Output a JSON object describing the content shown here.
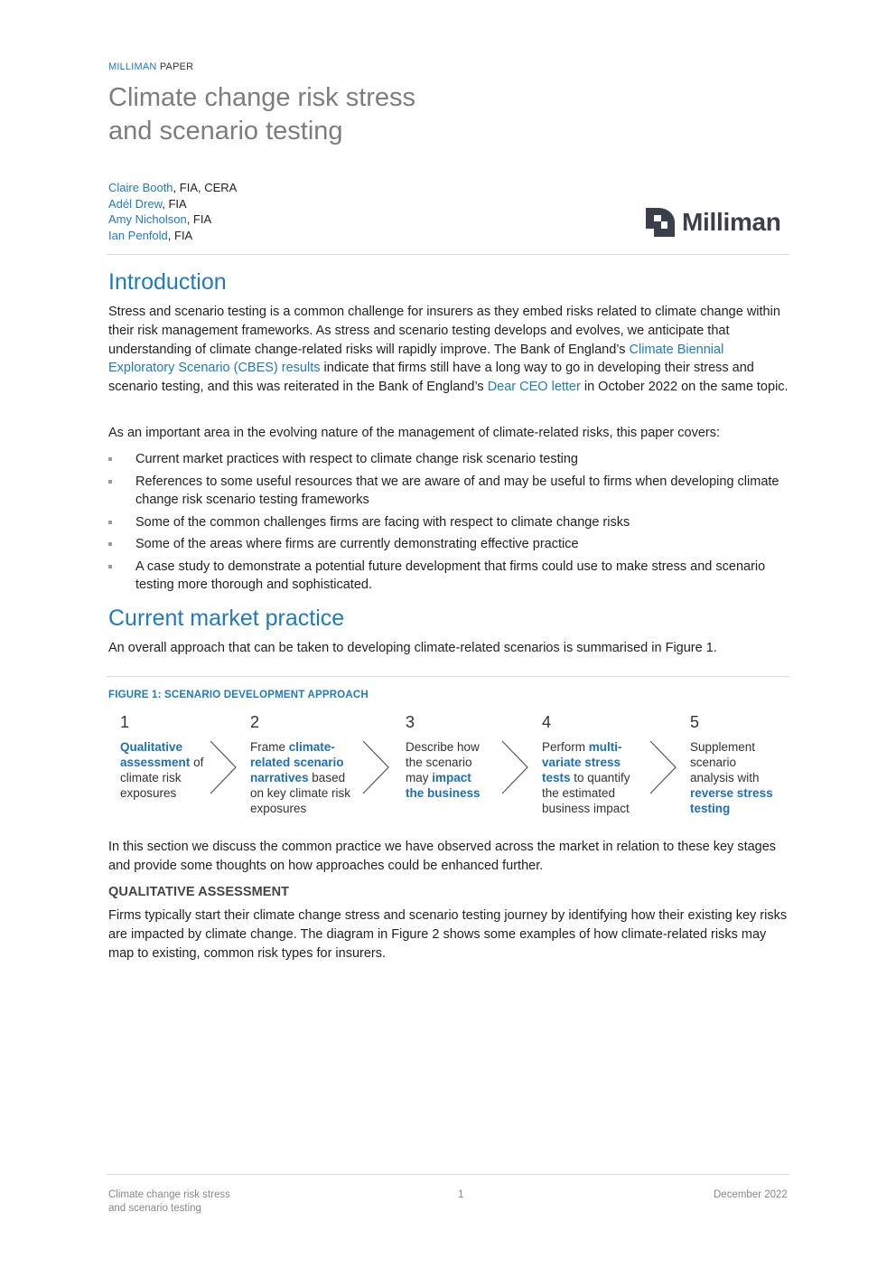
{
  "header": {
    "kicker_brand": "MILLIMAN",
    "kicker_type": "PAPER",
    "title_line1": "Climate change risk stress",
    "title_line2": "and scenario testing"
  },
  "authors": [
    {
      "name": "Claire Booth",
      "cred": ", FIA, CERA"
    },
    {
      "name": "Adél Drew",
      "cred": ", FIA"
    },
    {
      "name": "Amy Nicholson",
      "cred": ", FIA"
    },
    {
      "name": "Ian Penfold",
      "cred": ", FIA"
    }
  ],
  "logo": {
    "wordmark": "Milliman",
    "brand_color": "#3a3f4a"
  },
  "intro": {
    "heading": "Introduction",
    "p1_a": "Stress and scenario testing is a common challenge for insurers as they embed risks related to climate change within their risk management frameworks. As stress and scenario testing develops and evolves, we anticipate that understanding of climate change-related risks will rapidly improve. The Bank of England’s ",
    "p1_link1": "Climate Biennial Exploratory Scenario (CBES) results",
    "p1_b": " indicate that firms still have a long way to go in developing their stress and scenario testing, and this was reiterated in the Bank of England’s ",
    "p1_link2": "Dear CEO letter",
    "p1_c": " in October 2022 on the same topic.",
    "p2": "As an important area in the evolving nature of the management of climate-related risks, this paper covers:",
    "bullets": [
      "Current market practices with respect to climate change risk scenario testing",
      "References to some useful resources that we are aware of and may be useful to firms when developing climate change risk scenario testing frameworks",
      "Some of the common challenges firms are facing with respect to climate change risks",
      "Some of the areas where firms are currently demonstrating effective practice",
      "A case study to demonstrate a potential future development that firms could use to make stress and scenario testing more thorough and sophisticated."
    ]
  },
  "market": {
    "heading": "Current market practice",
    "p1": "An overall approach that can be taken to developing climate-related scenarios is summarised in Figure 1.",
    "figure_caption": "FIGURE 1: SCENARIO DEVELOPMENT APPROACH",
    "steps": [
      {
        "num": "1",
        "a": "",
        "b": "Qualitative assessment",
        "c": " of climate risk exposures"
      },
      {
        "num": "2",
        "a": "Frame ",
        "b": "climate-related scenario narratives",
        "c": " based on key climate risk exposures"
      },
      {
        "num": "3",
        "a": "Describe how the scenario may ",
        "b": "impact the business",
        "c": ""
      },
      {
        "num": "4",
        "a": "Perform ",
        "b": "multi-variate stress tests",
        "c": " to quantify the estimated business impact"
      },
      {
        "num": "5",
        "a": "Supplement scenario analysis with ",
        "b": "reverse stress testing",
        "c": ""
      }
    ],
    "p2": "In this section we discuss the common practice we have observed across the market in relation to these key stages and provide some thoughts on how approaches could be enhanced further.",
    "subheading": "QUALITATIVE ASSESSMENT",
    "p3": "Firms typically start their climate change stress and scenario testing journey by identifying how their existing key risks are impacted by climate change. The diagram in Figure 2 shows some examples of how climate-related risks may map to existing, common risk types for insurers."
  },
  "footer": {
    "left_line1": "Climate change risk stress",
    "left_line2": "and scenario testing",
    "page": "1",
    "date": "December 2022"
  },
  "colors": {
    "accent": "#1f7abf",
    "title_grey": "#7d7d7d"
  }
}
